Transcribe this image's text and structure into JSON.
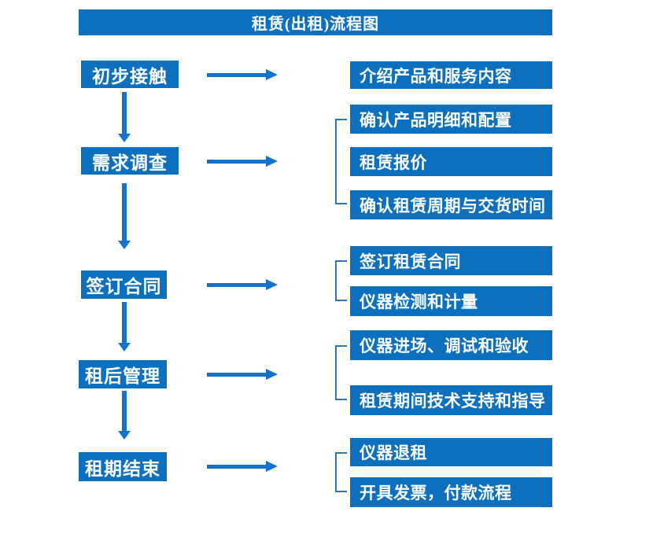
{
  "title": "租赁(出租)流程图",
  "colors": {
    "box_fill": "#0d70be",
    "arrow": "#1272cc",
    "bracket": "#2e75b6",
    "text": "#ffffff",
    "background": "#ffffff"
  },
  "flow": {
    "steps": [
      {
        "label": "初步接触",
        "details": [
          "介绍产品和服务内容"
        ]
      },
      {
        "label": "需求调查",
        "details": [
          "确认产品明细和配置",
          "租赁报价",
          "确认租赁周期与交货时间"
        ]
      },
      {
        "label": "签订合同",
        "details": [
          "签订租赁合同",
          "仪器检测和计量"
        ]
      },
      {
        "label": "租后管理",
        "details": [
          "仪器进场、调试和验收",
          "租赁期间技术支持和指导"
        ]
      },
      {
        "label": "租期结束",
        "details": [
          "仪器退租",
          "开具发票，付款流程"
        ]
      }
    ]
  }
}
